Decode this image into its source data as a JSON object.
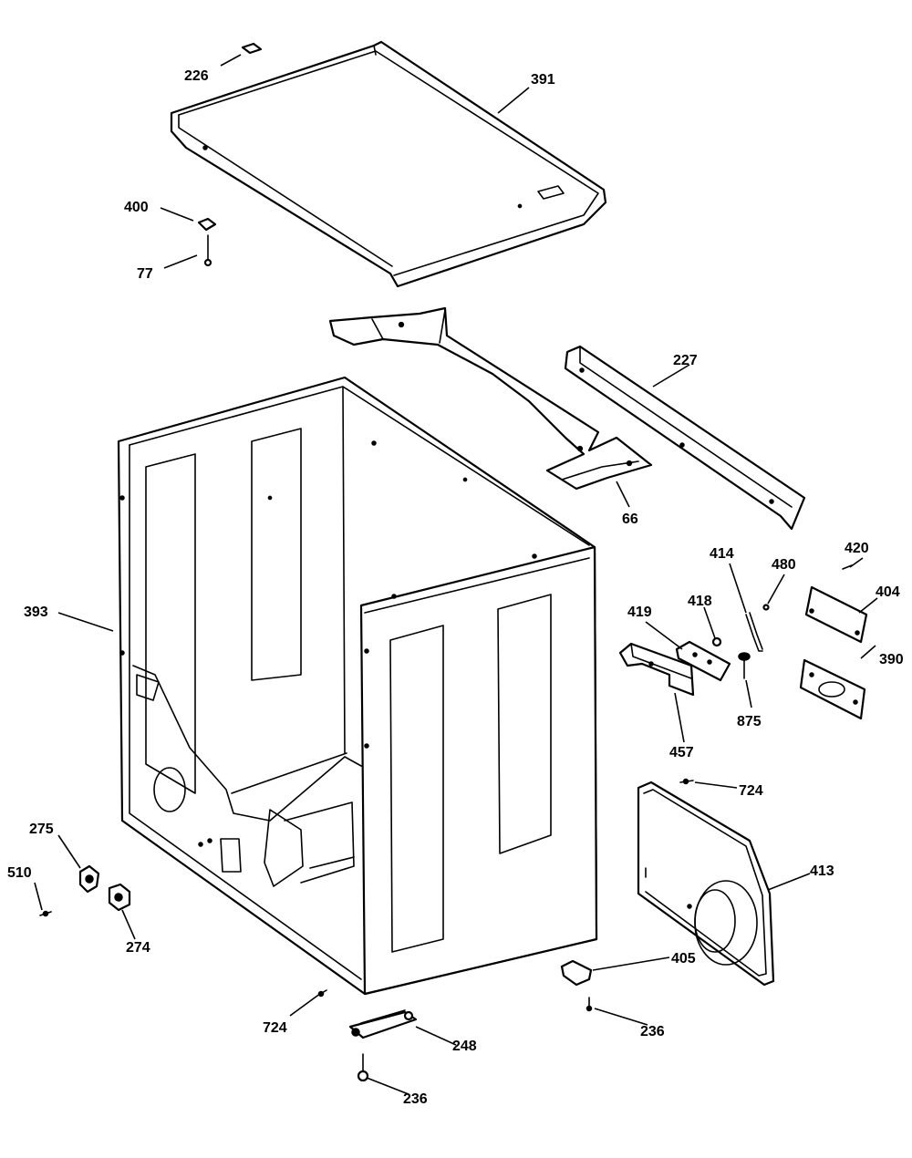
{
  "diagram": {
    "callouts": [
      {
        "id": "c226",
        "label": "226"
      },
      {
        "id": "c391",
        "label": "391"
      },
      {
        "id": "c400",
        "label": "400"
      },
      {
        "id": "c77",
        "label": "77"
      },
      {
        "id": "c227",
        "label": "227"
      },
      {
        "id": "c66",
        "label": "66"
      },
      {
        "id": "c393",
        "label": "393"
      },
      {
        "id": "c414",
        "label": "414"
      },
      {
        "id": "c480",
        "label": "480"
      },
      {
        "id": "c420",
        "label": "420"
      },
      {
        "id": "c404",
        "label": "404"
      },
      {
        "id": "c419",
        "label": "419"
      },
      {
        "id": "c418",
        "label": "418"
      },
      {
        "id": "c390",
        "label": "390"
      },
      {
        "id": "c875",
        "label": "875"
      },
      {
        "id": "c457",
        "label": "457"
      },
      {
        "id": "c724a",
        "label": "724"
      },
      {
        "id": "c275",
        "label": "275"
      },
      {
        "id": "c510",
        "label": "510"
      },
      {
        "id": "c413",
        "label": "413"
      },
      {
        "id": "c274",
        "label": "274"
      },
      {
        "id": "c405",
        "label": "405"
      },
      {
        "id": "c724b",
        "label": "724"
      },
      {
        "id": "c236a",
        "label": "236"
      },
      {
        "id": "c248",
        "label": "248"
      },
      {
        "id": "c236b",
        "label": "236"
      }
    ]
  }
}
